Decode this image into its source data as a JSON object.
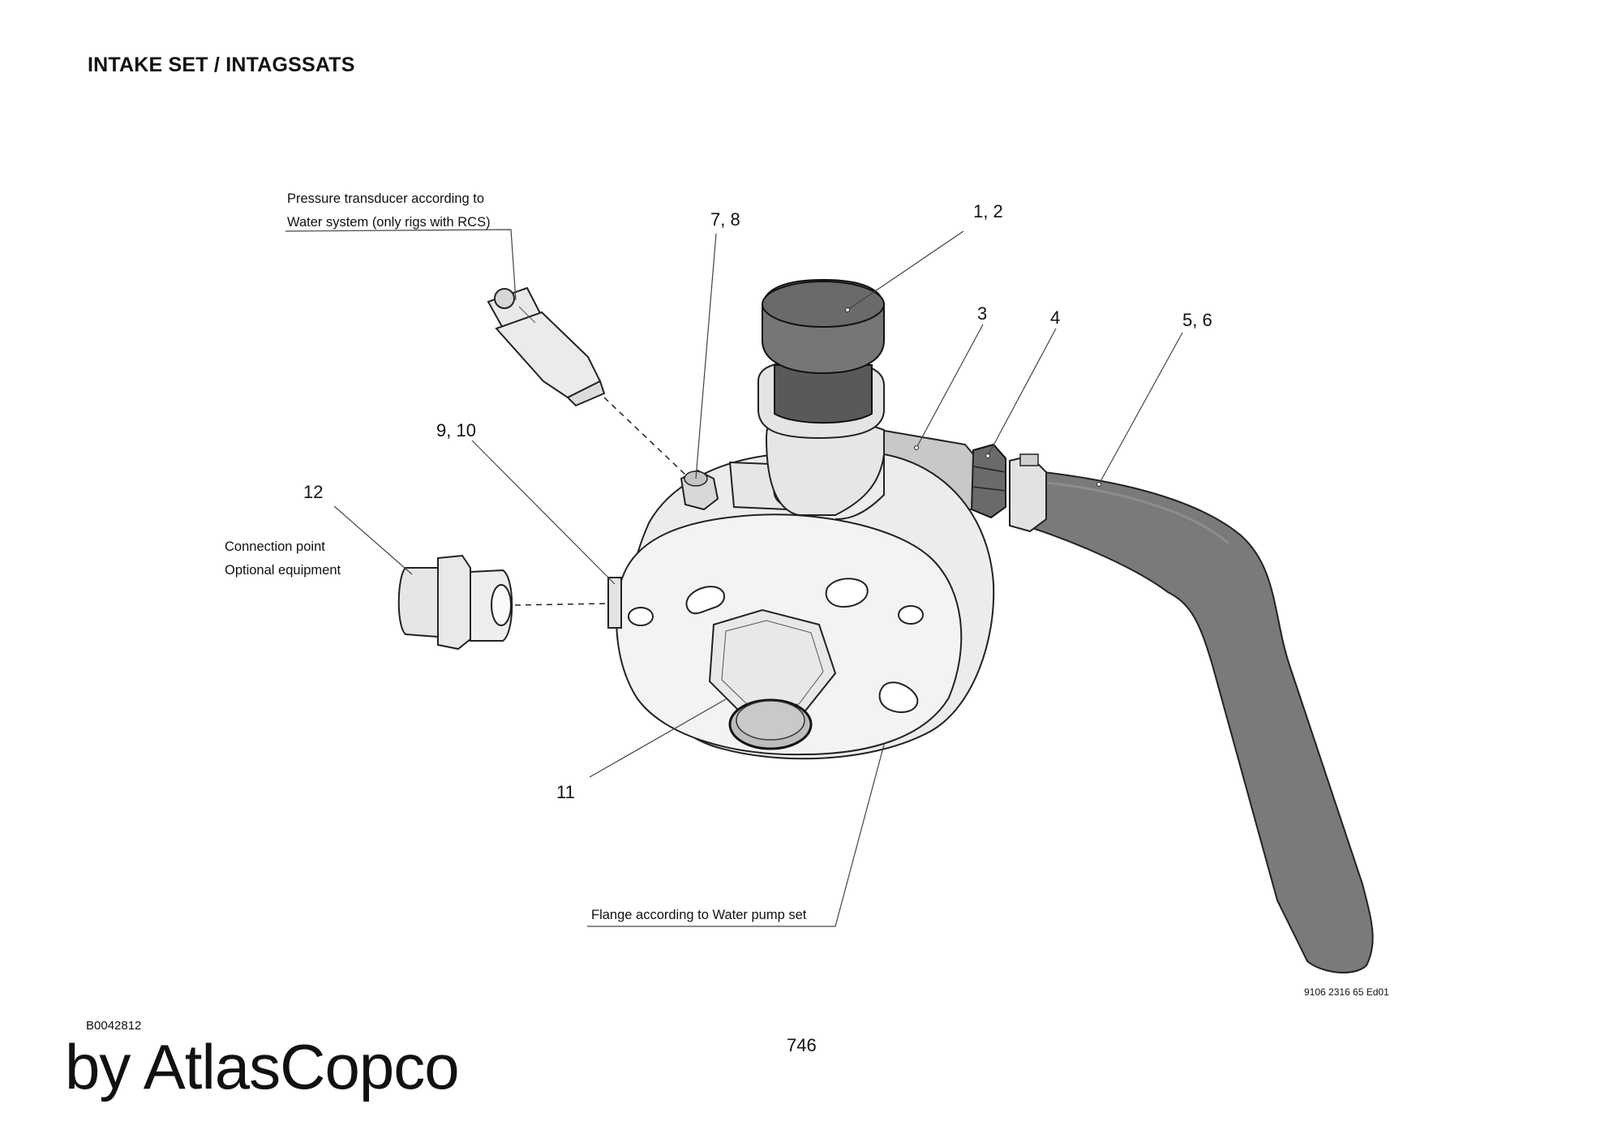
{
  "header": {
    "title": "INTAKE SET / INTAGSSATS"
  },
  "callouts": {
    "c12": "1, 2",
    "c3": "3",
    "c4": "4",
    "c56": "5, 6",
    "c78": "7, 8",
    "c910": "9, 10",
    "c11": "11",
    "c12b": "12"
  },
  "notes": {
    "transducer_line1": "Pressure transducer according to",
    "transducer_line2": "Water system (only rigs with RCS)",
    "connection_line1": "Connection point",
    "connection_line2": "Optional equipment",
    "flange": "Flange according to Water pump set"
  },
  "footer": {
    "drawing_no": "9106 2316 65 Ed01",
    "doc_code": "B0042812",
    "page_number": "746",
    "brand": "by AtlasCopco"
  }
}
